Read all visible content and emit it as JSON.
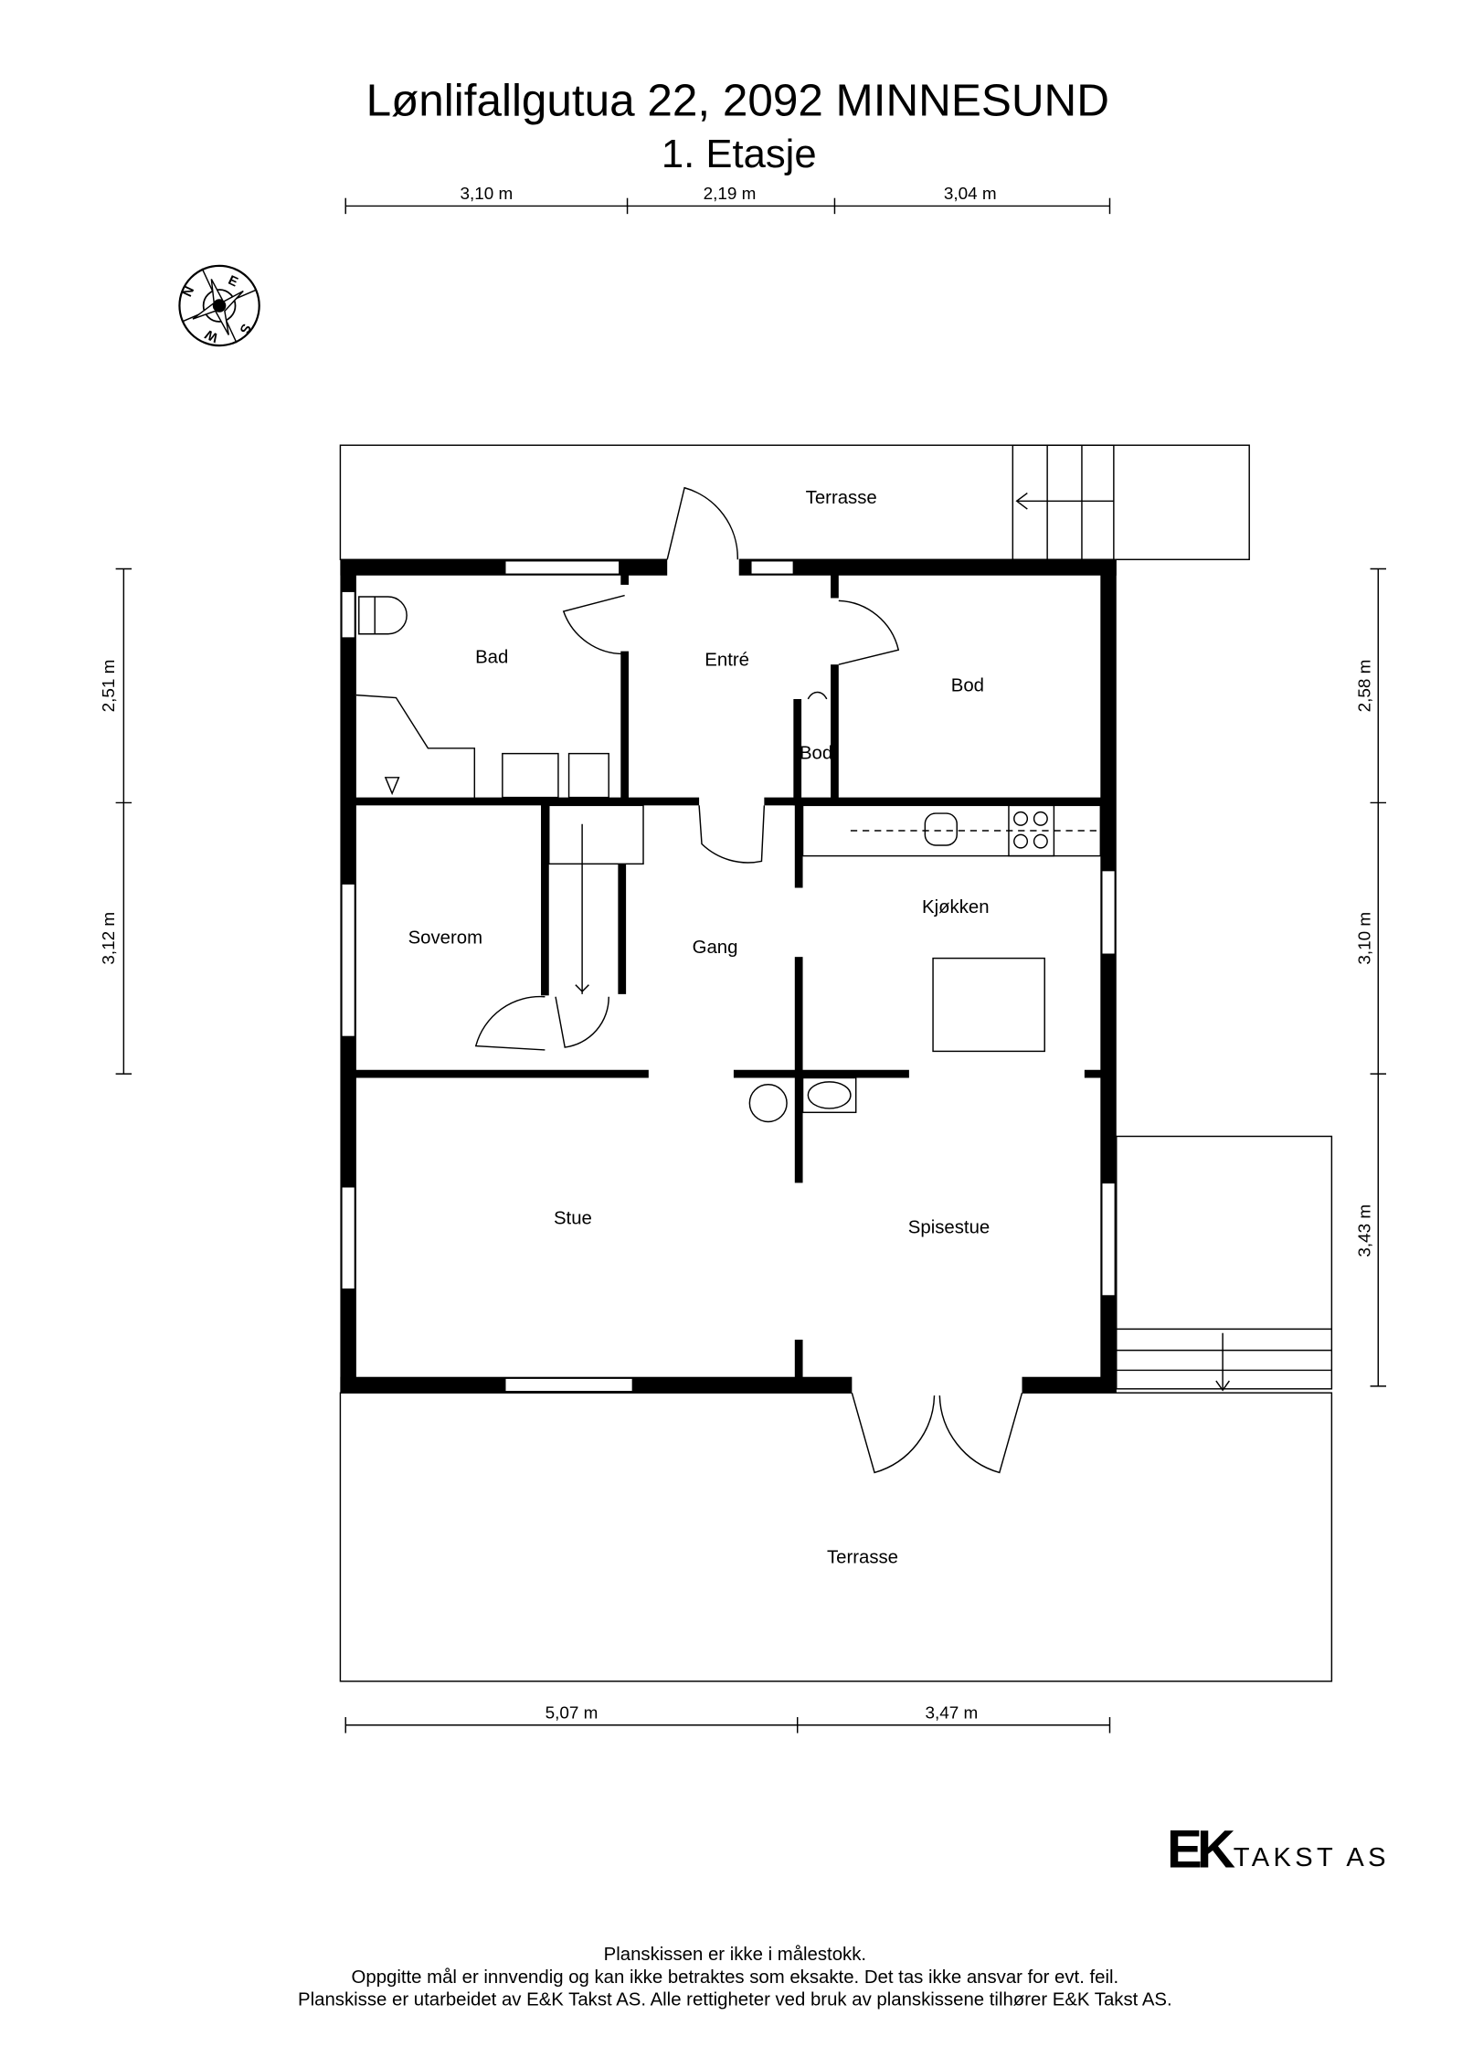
{
  "header": {
    "title": "Lønlifallgutua 22, 2092 MINNESUND",
    "subtitle": "1. Etasje"
  },
  "compass": {
    "icon": "compass-rose-icon",
    "letters": [
      "N",
      "E",
      "S",
      "W"
    ]
  },
  "rooms": {
    "terrasse_top": "Terrasse",
    "bad": "Bad",
    "entre": "Entré",
    "bod": "Bod",
    "bod_small": "Bod",
    "soverom": "Soverom",
    "gang": "Gang",
    "kjokken": "Kjøkken",
    "stue": "Stue",
    "spisestue": "Spisestue",
    "terrasse_bottom": "Terrasse"
  },
  "dimensions": {
    "top": [
      "3,10 m",
      "2,19 m",
      "3,04 m"
    ],
    "left": [
      "2,51 m",
      "3,12 m"
    ],
    "right": [
      "2,58 m",
      "3,10 m",
      "3,43 m"
    ],
    "bottom": [
      "5,07 m",
      "3,47 m"
    ]
  },
  "logo": {
    "mark": "EK",
    "text": "TAKST AS"
  },
  "footer": {
    "line1": "Planskissen er ikke i målestokk.",
    "line2": "Oppgitte mål er innvendig og kan ikke betraktes som eksakte. Det tas ikke ansvar for evt. feil.",
    "line3": "Planskisse er utarbeidet av E&K Takst AS. Alle rettigheter ved bruk av planskissene tilhører E&K Takst AS."
  }
}
